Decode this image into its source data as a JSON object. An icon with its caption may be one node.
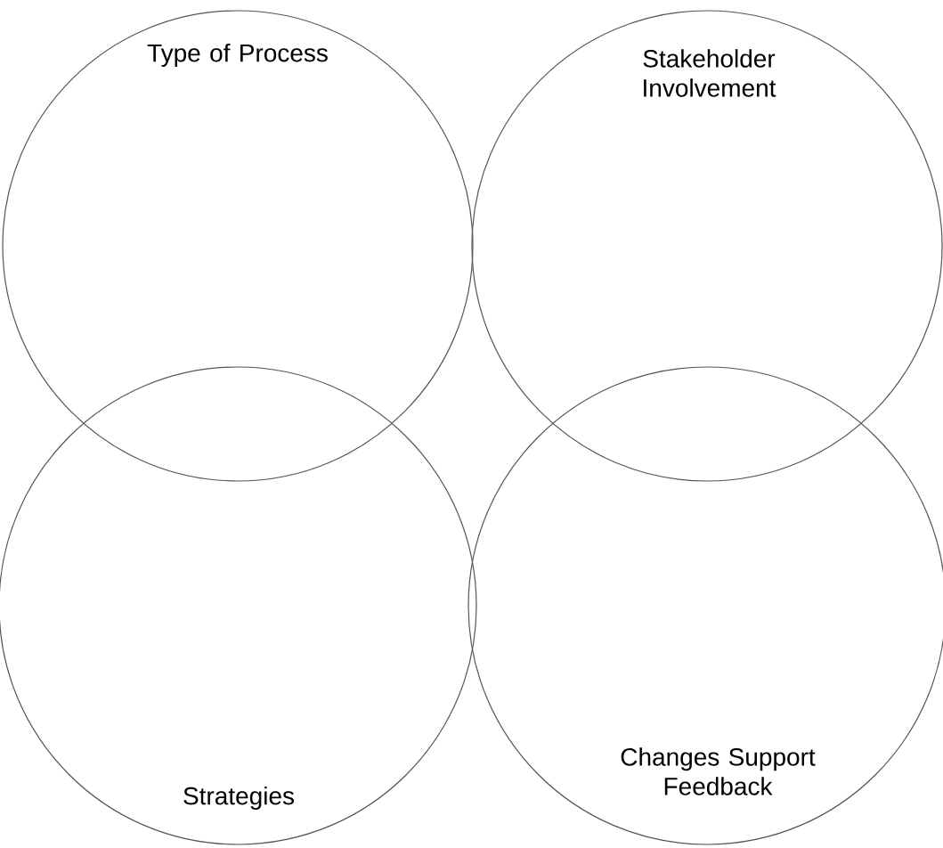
{
  "diagram": {
    "nodes": [
      {
        "text": [
          "Type of Process"
        ]
      },
      {
        "text": [
          "Stakeholder Involvement"
        ]
      },
      {
        "text": [
          "Strategies"
        ]
      },
      {
        "text": [
          "Changes Support Feedback"
        ]
      }
    ]
  }
}
